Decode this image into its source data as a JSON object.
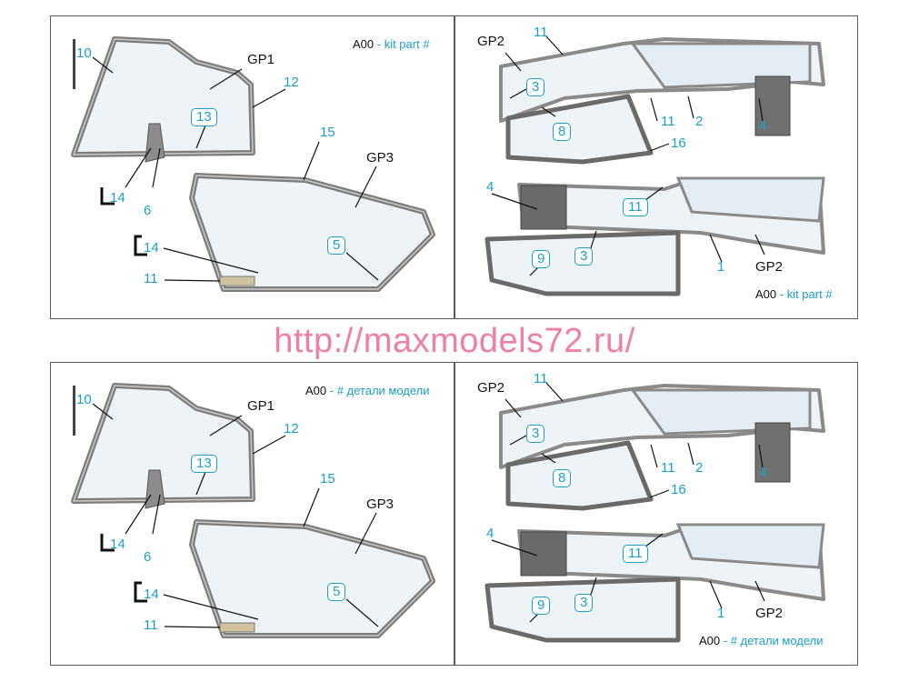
{
  "watermark": "http://maxmodels72.ru/",
  "colors": {
    "callout": "#1aa0c6",
    "watermark": "#f07fa8",
    "frame": "#5a5a5a"
  },
  "top": {
    "legend_left": {
      "code": "A00",
      "text": " - kit part #"
    },
    "legend_right": {
      "code": "A00",
      "text": " - kit part #"
    }
  },
  "bottom": {
    "legend_left": {
      "code": "A00",
      "text": " - # детали модели"
    },
    "legend_right": {
      "code": "A00",
      "text": " - # детали модели"
    }
  },
  "labels": {
    "gp1": "GP1",
    "gp2": "GP2",
    "gp3": "GP3",
    "n1": "1",
    "n2": "2",
    "n3": "3",
    "n4": "4",
    "n5": "5",
    "n6": "6",
    "n8": "8",
    "n9": "9",
    "n10": "10",
    "n11": "11",
    "n12": "12",
    "n13": "13",
    "n14": "14",
    "n15": "15",
    "n16": "16"
  }
}
